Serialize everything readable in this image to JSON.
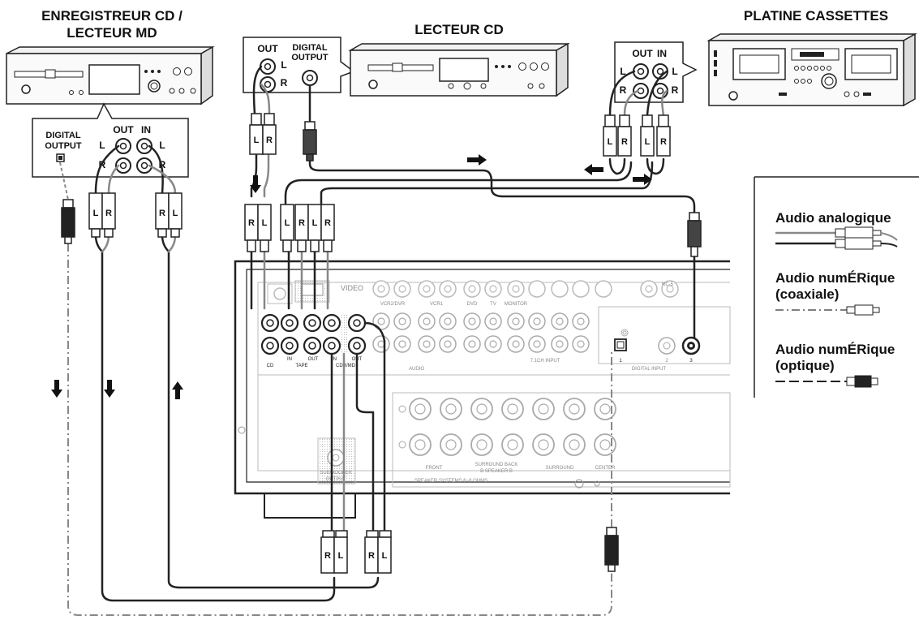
{
  "devices": {
    "cd_recorder": {
      "title_line1": "ENREGISTREUR CD /",
      "title_line2": "LECTEUR MD"
    },
    "cd_player": {
      "title": "LECTEUR CD"
    },
    "cassette_deck": {
      "title": "PLATINE CASSETTES"
    }
  },
  "jacks": {
    "out": "OUT",
    "in": "IN",
    "digital_line1": "DIGITAL",
    "digital_line2": "OUTPUT",
    "digital_line2b": "OUTPUT",
    "left": "L",
    "right": "R"
  },
  "receiver": {
    "labels": {
      "video": "VIDEO",
      "cd": "CD",
      "tape": "TAPE",
      "cdr_md": "CDR/MD",
      "in": "IN",
      "out": "OUT",
      "audio": "AUDIO",
      "digital_input": "DIGITAL INPUT",
      "din1": "1",
      "din2": "2",
      "din3": "3",
      "front": "FRONT",
      "surround_back": "SURROUND BACK",
      "speaker_b": "B SPEAKER B",
      "surround": "SURROUND",
      "center": "CENTER",
      "speaker_systems": "SPEAKER SYSTEMS 6~8 OHMS",
      "subwoofer": "SUBWOOFER",
      "output": "OUTPUT",
      "rc5": "RC-5",
      "monitor": "MONITOR",
      "vcr1": "VCR1",
      "vcr2": "VCR2/DVR",
      "dvd": "DVD",
      "tv": "TV",
      "multi": "7.1CH INPUT"
    }
  },
  "legend": {
    "analog": "Audio analogique",
    "coax_line1": "Audio numÉRique",
    "coax_line2": "(coaxiale)",
    "optical_line1": "Audio numÉRique",
    "optical_line2": "(optique)"
  },
  "plug_letters": {
    "r": "R",
    "l": "L"
  }
}
